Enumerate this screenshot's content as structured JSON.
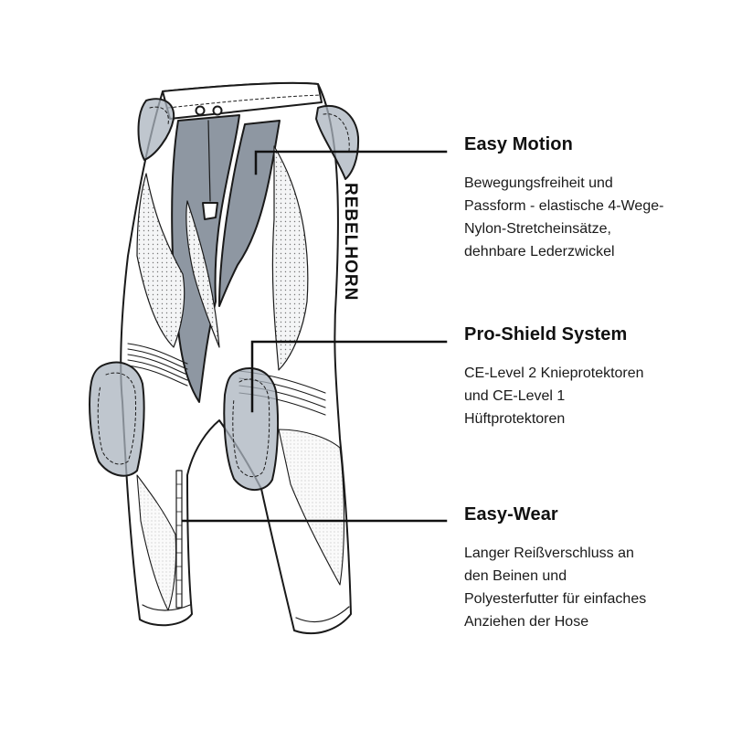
{
  "brand_text": "REBELHORN",
  "features": [
    {
      "title": "Easy Motion",
      "lines": [
        "Bewegungsfreiheit und",
        "Passform - elastische 4-Wege-",
        "Nylon-Stretcheinsätze,",
        "dehnbare Lederzwickel"
      ]
    },
    {
      "title": "Pro-Shield System",
      "lines": [
        "CE-Level 2 Knieprotektoren",
        "und CE-Level 1",
        "Hüftprotektoren"
      ]
    },
    {
      "title": "Easy-Wear",
      "lines": [
        "Langer Reißverschluss an",
        "den Beinen und",
        "Polyesterfutter für einfaches",
        "Anziehen der Hose"
      ]
    }
  ],
  "colors": {
    "outline": "#1a1a1a",
    "stretch_panel": "#8e97a2",
    "protector": "#a9b3bd",
    "leather": "#ffffff",
    "perforation": "#f1f2f4"
  }
}
